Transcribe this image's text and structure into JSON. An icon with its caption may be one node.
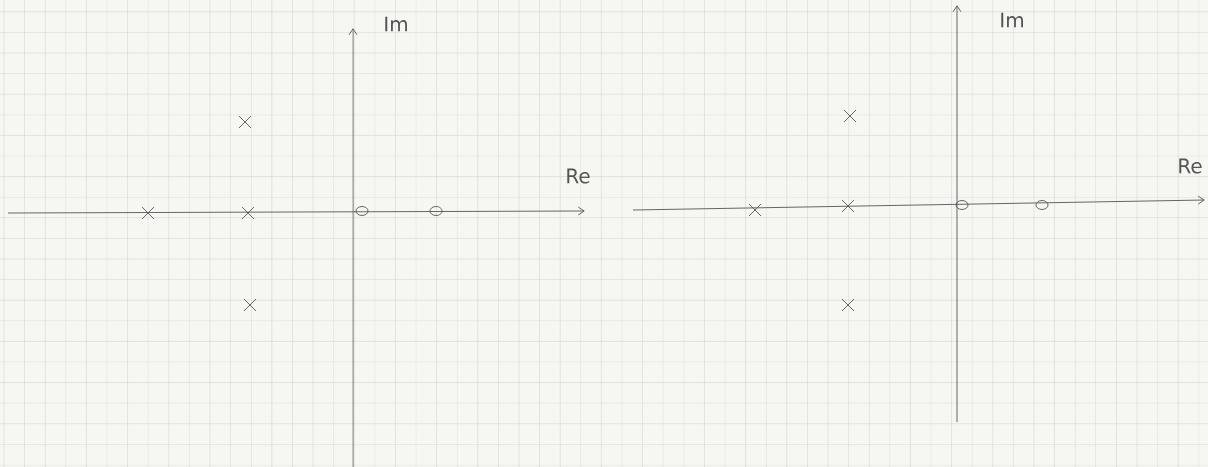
{
  "diagram": {
    "labels": [
      "Im",
      "Im",
      "Re",
      "Re"
    ]
  }
}
